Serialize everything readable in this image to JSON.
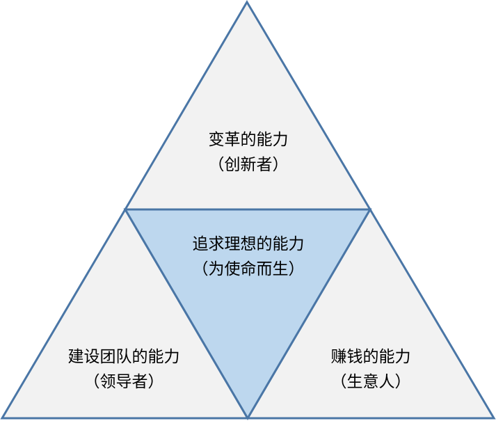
{
  "colors": {
    "stroke": "#4a76a6",
    "outer_fill": "#f2f2f2",
    "center_fill": "#bdd7ee"
  },
  "triangles": {
    "top": {
      "title": "变革的能力",
      "subtitle": "（创新者）"
    },
    "center": {
      "title": "追求理想的能力",
      "subtitle": "（为使命而生）"
    },
    "left": {
      "title": "建设团队的能力",
      "subtitle": "（领导者）"
    },
    "right": {
      "title": "赚钱的能力",
      "subtitle": "（生意人）"
    }
  }
}
